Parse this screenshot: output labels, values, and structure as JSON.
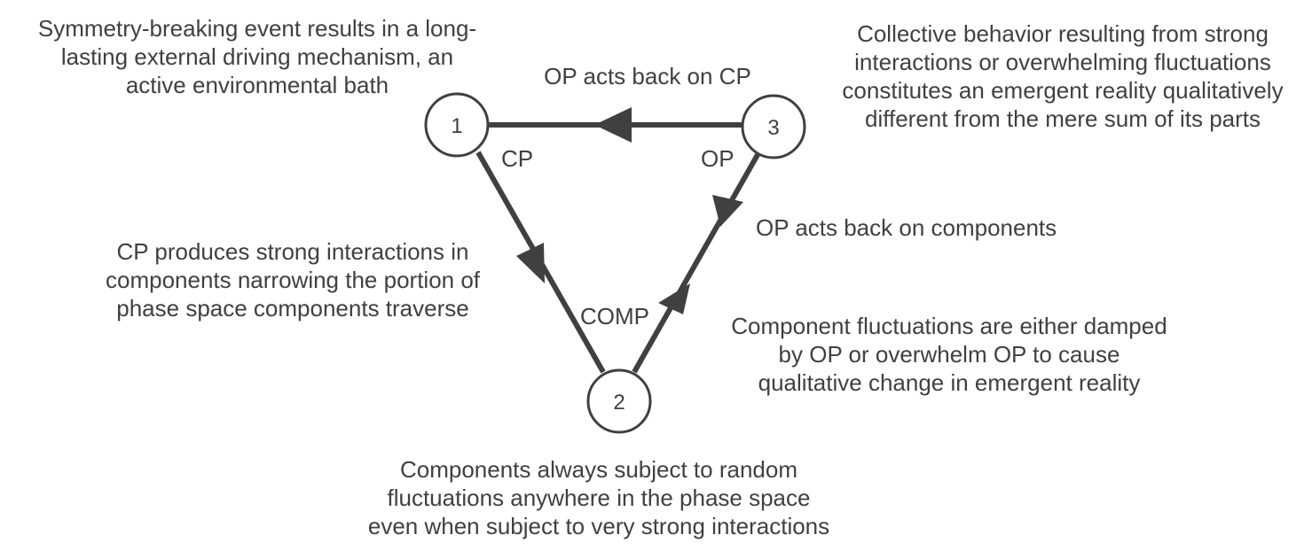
{
  "nodes": [
    {
      "id": "node-1",
      "label": "1"
    },
    {
      "id": "node-2",
      "label": "2"
    },
    {
      "id": "node-3",
      "label": "3"
    }
  ],
  "edge_labels": {
    "top": "OP acts back on CP",
    "right": "OP acts back on components"
  },
  "node_labels": {
    "cp": "CP",
    "op": "OP",
    "comp": "COMP"
  },
  "descriptions": {
    "node1": [
      "Symmetry-breaking event results in a long-",
      "lasting external driving mechanism, an",
      "active environmental bath"
    ],
    "node3": [
      "Collective behavior resulting from strong",
      "interactions or overwhelming fluctuations",
      "constitutes an emergent reality qualitatively",
      "different from the mere sum of its parts"
    ],
    "left_edge": [
      "CP produces strong interactions in",
      "components narrowing the portion of",
      "phase space components traverse"
    ],
    "right_edge_lower": [
      "Component fluctuations are either damped",
      "by OP or overwhelm OP to cause",
      "qualitative change in emergent reality"
    ],
    "node2": [
      "Components always subject to random",
      "fluctuations anywhere in the phase space",
      "even when subject to very strong interactions"
    ]
  },
  "colors": {
    "line": "#404040",
    "text": "#404040",
    "node_fill": "#ffffff"
  }
}
